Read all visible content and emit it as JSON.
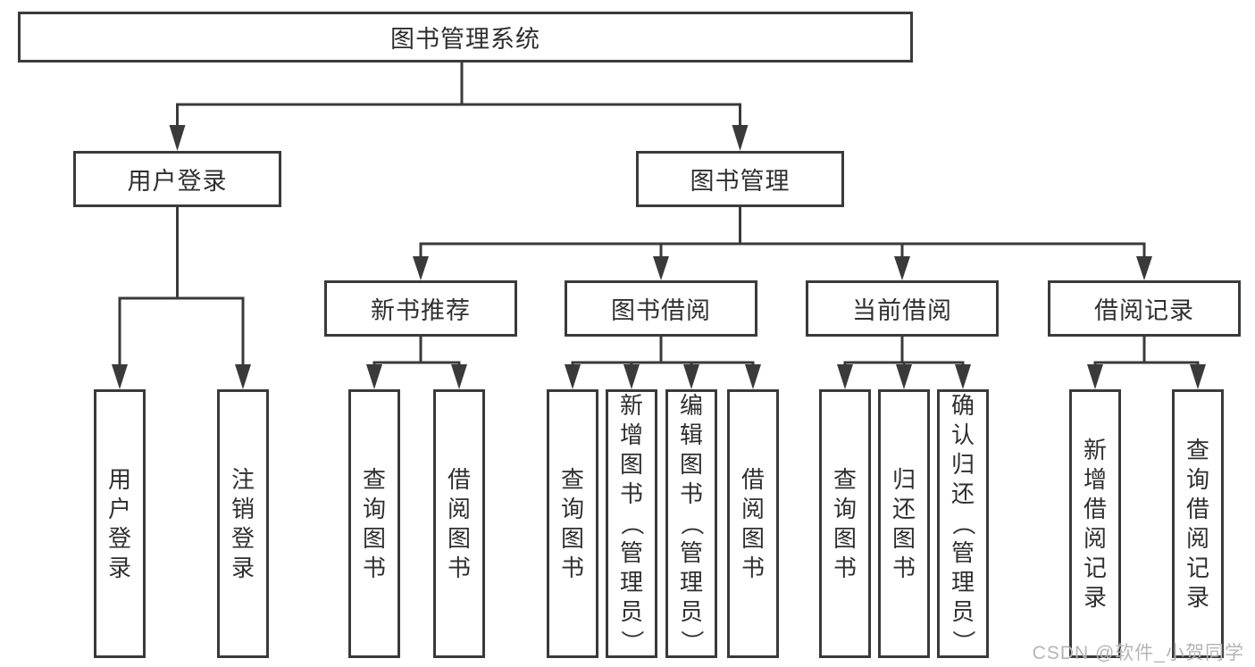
{
  "diagram": {
    "root": {
      "label": "图书管理系统"
    },
    "level2": {
      "user_login": {
        "label": "用户登录"
      },
      "book_management": {
        "label": "图书管理"
      }
    },
    "level3": {
      "new_book_recommend": {
        "label": "新书推荐"
      },
      "book_borrow": {
        "label": "图书借阅"
      },
      "current_borrow": {
        "label": "当前借阅"
      },
      "borrow_records": {
        "label": "借阅记录"
      }
    },
    "leaves": {
      "user_login": {
        "label": "用户登录"
      },
      "logout": {
        "label": "注销登录"
      },
      "nbr_query_books": {
        "label": "查询图书"
      },
      "nbr_borrow_books": {
        "label": "借阅图书"
      },
      "bb_query_books": {
        "label": "查询图书"
      },
      "bb_add_books_admin": {
        "label": "新增图书（管理员）"
      },
      "bb_edit_books_admin": {
        "label": "编辑图书（管理员）"
      },
      "bb_borrow_books": {
        "label": "借阅图书"
      },
      "cb_query_books": {
        "label": "查询图书"
      },
      "cb_return_books": {
        "label": "归还图书"
      },
      "cb_confirm_return_admin": {
        "label": "确认归还（管理员）"
      },
      "br_add_record": {
        "label": "新增借阅记录"
      },
      "br_query_record": {
        "label": "查询借阅记录"
      }
    }
  },
  "watermark": {
    "text": "CSDN @软件_小贺同学"
  },
  "colors": {
    "line": "#3a3a3a",
    "text": "#2f2f2f",
    "watermark": "#b5b5b5",
    "bg": "#ffffff"
  }
}
